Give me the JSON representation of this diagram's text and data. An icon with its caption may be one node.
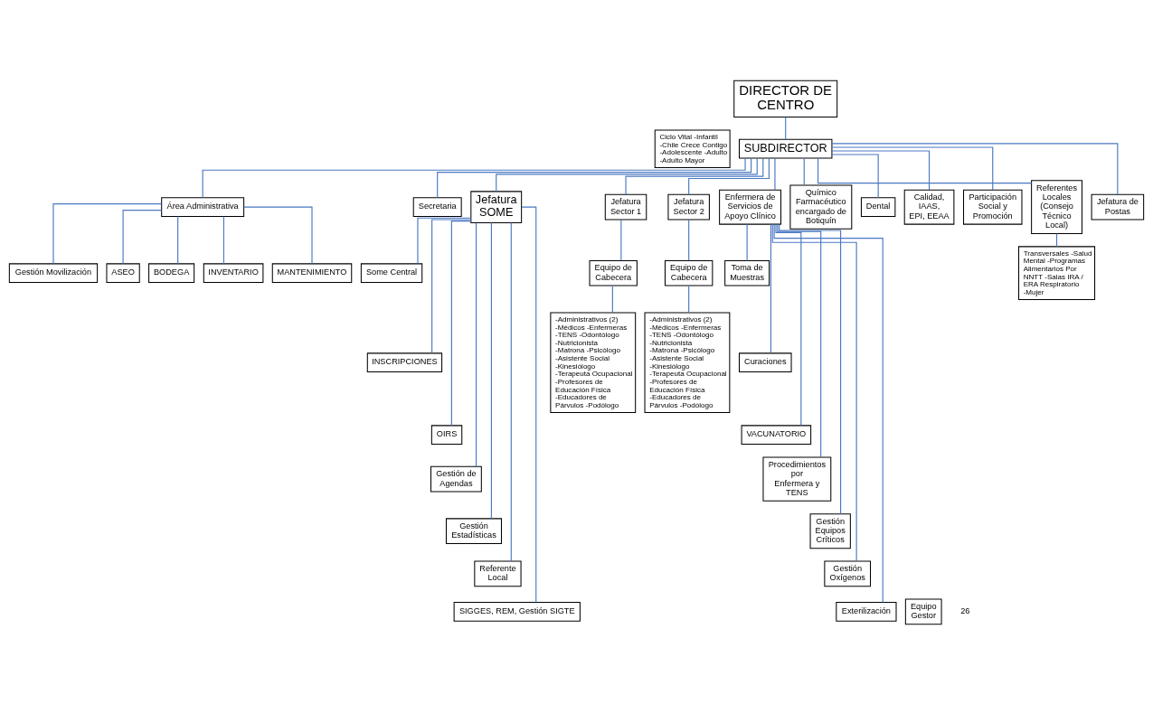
{
  "diagram": {
    "nodes": [
      {
        "text": [
          "DIRECTOR DE CENTRO"
        ]
      },
      {
        "text": [
          "Ciclo Vital -Infantil -Chile Crece Contigo -Adolescente -Adulto -Adulto Mayor"
        ]
      },
      {
        "text": [
          "SUBDIRECTOR"
        ]
      },
      {
        "text": [
          "Área Administrativa"
        ]
      },
      {
        "text": [
          "Gestión Movilización"
        ]
      },
      {
        "text": [
          "ASEO"
        ]
      },
      {
        "text": [
          "BODEGA"
        ]
      },
      {
        "text": [
          "INVENTARIO"
        ]
      },
      {
        "text": [
          "MANTENIMIENTO"
        ]
      },
      {
        "text": [
          "Secretaria"
        ]
      },
      {
        "text": [
          "Jefatura SOME"
        ]
      },
      {
        "text": [
          "Jefatura Sector 1"
        ]
      },
      {
        "text": [
          "Jefatura Sector 2"
        ]
      },
      {
        "text": [
          "Enfermera de Servicios de Apoyo Clínico"
        ]
      },
      {
        "text": [
          "Químico Farmacéutico encargado de Botiquín"
        ]
      },
      {
        "text": [
          "Dental"
        ]
      },
      {
        "text": [
          "Calidad, IAAS, EPI, EEAA"
        ]
      },
      {
        "text": [
          "Participación Social y Promoción"
        ]
      },
      {
        "text": [
          "Referentes Locales (Consejo Técnico Local)"
        ]
      },
      {
        "text": [
          "Jefatura de Postas"
        ]
      },
      {
        "text": [
          "Some Central"
        ]
      },
      {
        "text": [
          "INSCRIPCIONES"
        ]
      },
      {
        "text": [
          "OIRS"
        ]
      },
      {
        "text": [
          "Gestión de Agendas"
        ]
      },
      {
        "text": [
          "Gestión Estadísticas"
        ]
      },
      {
        "text": [
          "Referente Local"
        ]
      },
      {
        "text": [
          "SIGGES, REM, Gestión SIGTE"
        ]
      },
      {
        "text": [
          "Equipo de Cabecera"
        ]
      },
      {
        "text": [
          "-Administrativos (2) -Médicos -Enfermeras -TENS -Odontólogo -Nutricionista -Matrona -Psicólogo -Asistente Social -Kinesiólogo -Terapeuta Ocupacional -Profesores de Educación Física -Educadores de Párvulos -Podólogo"
        ]
      },
      {
        "text": [
          "Equipo de Cabecera"
        ]
      },
      {
        "text": [
          "-Administrativos (2) -Médicos -Enfermeras -TENS -Odontólogo -Nutricionista -Matrona -Psicólogo -Asistente Social -Kinesiólogo -Terapeuta Ocupacional -Profesores de Educación Física -Educadores de Párvulos -Podólogo"
        ]
      },
      {
        "text": [
          "Toma de Muestras"
        ]
      },
      {
        "text": [
          "Curaciones"
        ]
      },
      {
        "text": [
          "VACUNATORIO"
        ]
      },
      {
        "text": [
          "Procedimientos por Enfermera y TENS"
        ]
      },
      {
        "text": [
          "Gestión Equipos Críticos"
        ]
      },
      {
        "text": [
          "Gestión Oxígenos"
        ]
      },
      {
        "text": [
          "Exterilización"
        ]
      },
      {
        "text": [
          "Transversales -Salud Mental -Programas Alimentarios Por NNTT -Salas IRA / ERA Respiratorio -Mujer"
        ]
      },
      {
        "text": [
          "Equipo Gestor"
        ]
      }
    ],
    "edges": [
      {
        "from": 0,
        "to": 2,
        "arrow": "none"
      },
      {
        "from": 2,
        "to": 3,
        "arrow": "none"
      },
      {
        "from": 3,
        "to": 4,
        "arrow": "none"
      },
      {
        "from": 3,
        "to": 5,
        "arrow": "none"
      },
      {
        "from": 3,
        "to": 6,
        "arrow": "none"
      },
      {
        "from": 3,
        "to": 7,
        "arrow": "none"
      },
      {
        "from": 3,
        "to": 8,
        "arrow": "none"
      },
      {
        "from": 2,
        "to": 9,
        "arrow": "none"
      },
      {
        "from": 2,
        "to": 10,
        "arrow": "none"
      },
      {
        "from": 2,
        "to": 11,
        "arrow": "none"
      },
      {
        "from": 2,
        "to": 12,
        "arrow": "none"
      },
      {
        "from": 2,
        "to": 13,
        "arrow": "none"
      },
      {
        "from": 2,
        "to": 14,
        "arrow": "none"
      },
      {
        "from": 2,
        "to": 15,
        "arrow": "none"
      },
      {
        "from": 2,
        "to": 16,
        "arrow": "none"
      },
      {
        "from": 2,
        "to": 17,
        "arrow": "none"
      },
      {
        "from": 2,
        "to": 18,
        "arrow": "none"
      },
      {
        "from": 2,
        "to": 19,
        "arrow": "none"
      },
      {
        "from": 10,
        "to": 20,
        "arrow": "none"
      },
      {
        "from": 10,
        "to": 21,
        "arrow": "none"
      },
      {
        "from": 10,
        "to": 22,
        "arrow": "none"
      },
      {
        "from": 10,
        "to": 23,
        "arrow": "none"
      },
      {
        "from": 10,
        "to": 24,
        "arrow": "none"
      },
      {
        "from": 10,
        "to": 25,
        "arrow": "none"
      },
      {
        "from": 10,
        "to": 26,
        "arrow": "none"
      },
      {
        "from": 11,
        "to": 27,
        "arrow": "none"
      },
      {
        "from": 27,
        "to": 28,
        "arrow": "none"
      },
      {
        "from": 12,
        "to": 29,
        "arrow": "none"
      },
      {
        "from": 29,
        "to": 30,
        "arrow": "none"
      },
      {
        "from": 13,
        "to": 31,
        "arrow": "none"
      },
      {
        "from": 13,
        "to": 32,
        "arrow": "none"
      },
      {
        "from": 13,
        "to": 33,
        "arrow": "none"
      },
      {
        "from": 13,
        "to": 34,
        "arrow": "none"
      },
      {
        "from": 13,
        "to": 35,
        "arrow": "none"
      },
      {
        "from": 13,
        "to": 36,
        "arrow": "none"
      },
      {
        "from": 13,
        "to": 37,
        "arrow": "none"
      },
      {
        "from": 18,
        "to": 38,
        "arrow": "none"
      }
    ],
    "labels": [
      "26"
    ]
  }
}
